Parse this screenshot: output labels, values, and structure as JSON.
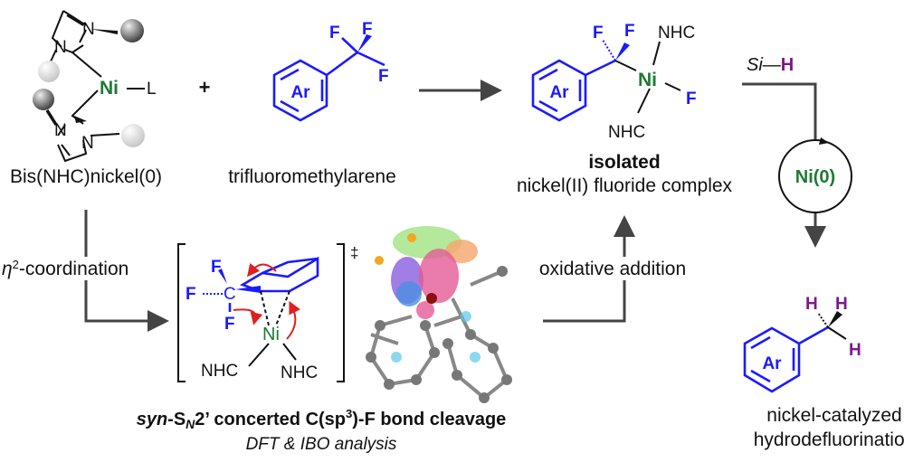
{
  "colors": {
    "aryl": "#1a1aff",
    "nickel": "#1e7a34",
    "hydrogen": "#7b1a86",
    "arrow_mechanism": "#e02020",
    "flow_arrow": "#444444"
  },
  "reagent": {
    "ni_label": "Ni",
    "ligand_label": "L",
    "n_label": "N",
    "name": "Bis(NHC)nickel(0)"
  },
  "plus": "+",
  "substrate": {
    "ar_label": "Ar",
    "f_label": "F",
    "name": "trifluoromethylarene"
  },
  "complex": {
    "ar_label": "Ar",
    "ni_label": "Ni",
    "f_label": "F",
    "nhc_label": "NHC",
    "status": "isolated",
    "name": "nickel(II) fluoride complex"
  },
  "catalysis": {
    "si_label": "Si",
    "h_label": "H",
    "catalyst": "Ni(0)"
  },
  "product": {
    "ar_label": "Ar",
    "h_label": "H",
    "name_line1": "nickel-catalyzed",
    "name_line2": "hydrodefluorination"
  },
  "steps": {
    "coordination_eta": "η",
    "coordination_sup": "2",
    "coordination_rest": "-coordination",
    "oxidative": "oxidative addition"
  },
  "transition_state": {
    "f_label": "F",
    "c_label": "C",
    "ni_label": "Ni",
    "nhc_label": "NHC",
    "dagger": "‡"
  },
  "caption": {
    "syn": "syn",
    "s": "-S",
    "n_sub": "N",
    "rest1": "2’ concerted C(sp",
    "sup3": "3",
    "rest2": ")-F bond cleavage",
    "subtitle": "DFT & IBO analysis"
  }
}
